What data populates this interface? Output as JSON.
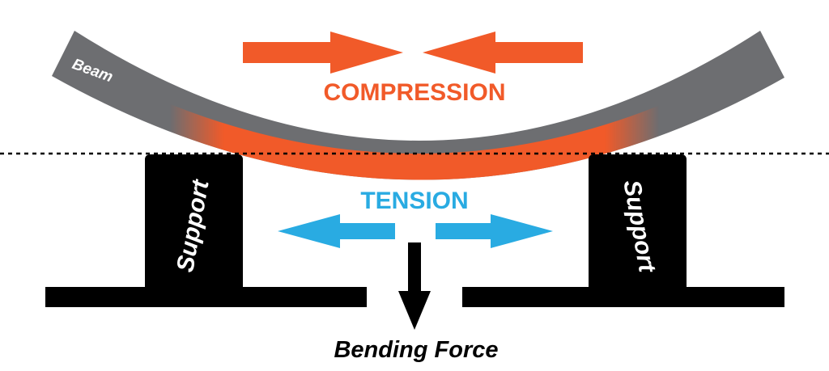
{
  "labels": {
    "beam": "Beam",
    "compression": "COMPRESSION",
    "tension": "TENSION",
    "support_left": "Support",
    "support_right": "Support",
    "bending_force": "Bending Force"
  },
  "colors": {
    "beam": "#6d6e71",
    "compression": "#f15a29",
    "tension": "#29abe2",
    "support": "#000000",
    "text_dark": "#000000",
    "text_light": "#ffffff"
  }
}
